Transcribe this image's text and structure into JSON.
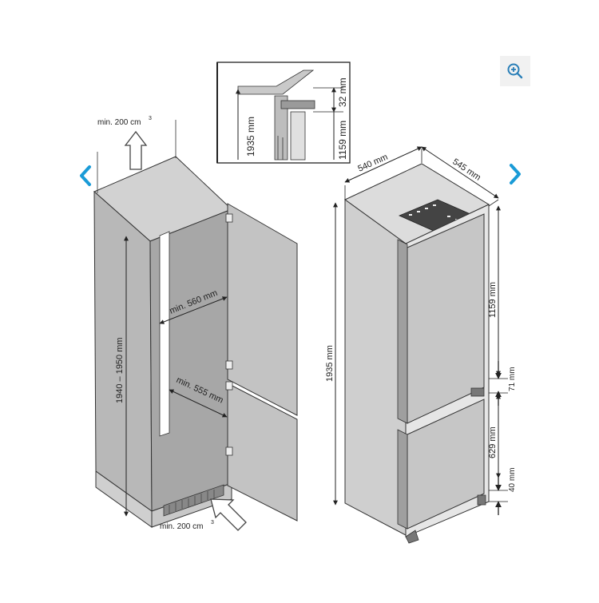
{
  "colors": {
    "accent": "#1a9bd7",
    "cabinet": "#c3c3c3",
    "cabinet_dark": "#a9a9a9",
    "outline": "#333333"
  },
  "icons": {
    "prev": "chevron-left-icon",
    "next": "chevron-right-icon",
    "zoom": "zoom-in-icon"
  },
  "cabinet": {
    "top_clearance": "min. 200 cm",
    "bottom_clearance": "min. 200 cm",
    "superscript": "3",
    "height_range": "1940 – 1950 mm",
    "depth_upper": "min. 560 mm",
    "depth_lower": "min. 555 mm"
  },
  "inset": {
    "height_total": "1935 mm",
    "gap": "32 mm",
    "door_height": "1159 mm"
  },
  "fridge": {
    "width": "540 mm",
    "depth": "545 mm",
    "height": "1935 mm",
    "upper_door": "1159 mm",
    "gap_mid": "71 mm",
    "lower_door": "629 mm",
    "gap_bottom": "40 mm"
  }
}
